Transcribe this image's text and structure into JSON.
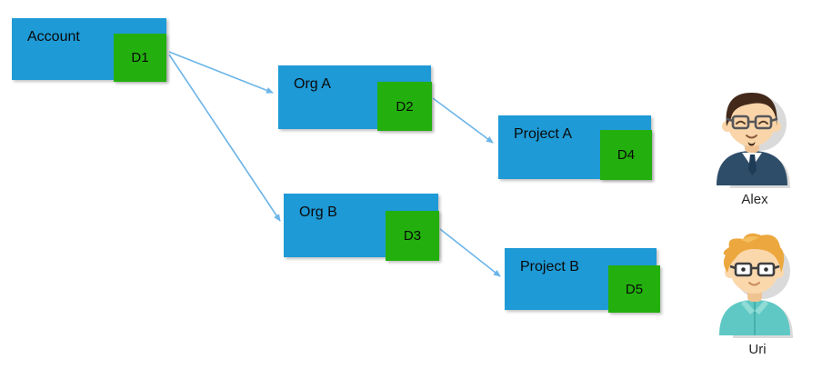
{
  "diagram": {
    "nodes": [
      {
        "id": "account",
        "label": "Account",
        "badge": "D1"
      },
      {
        "id": "org-a",
        "label": "Org A",
        "badge": "D2"
      },
      {
        "id": "project-a",
        "label": "Project A",
        "badge": "D4"
      },
      {
        "id": "org-b",
        "label": "Org B",
        "badge": "D3"
      },
      {
        "id": "project-b",
        "label": "Project B",
        "badge": "D5"
      }
    ],
    "edges": [
      {
        "from": "D1",
        "to": "Org A"
      },
      {
        "from": "D1",
        "to": "Org B"
      },
      {
        "from": "D2",
        "to": "Project A"
      },
      {
        "from": "D3",
        "to": "Project B"
      }
    ],
    "colors": {
      "node_blue": "#1e9ad6",
      "badge_green": "#23b00e",
      "arrow_blue": "#6cb5e8",
      "label_text": "#0a0a0a"
    }
  },
  "people": [
    {
      "name": "Alex"
    },
    {
      "name": "Uri"
    }
  ]
}
